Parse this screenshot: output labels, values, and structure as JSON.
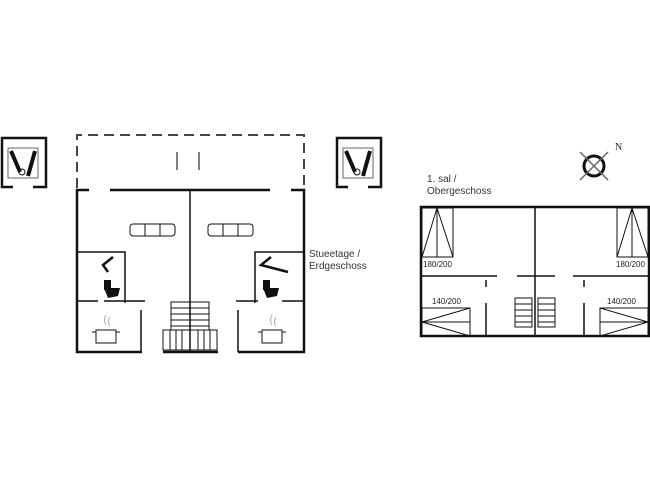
{
  "floor_plan": {
    "ground_floor": {
      "label_line1": "Stueetage /",
      "label_line2": "Erdgeschoss"
    },
    "first_floor": {
      "label_line1": "1. sal /",
      "label_line2": "Obergeschoss",
      "beds": [
        {
          "id": "bed-left-top",
          "size": "180/200"
        },
        {
          "id": "bed-right-top",
          "size": "180/200"
        },
        {
          "id": "bed-left-bottom",
          "size": "140/200"
        },
        {
          "id": "bed-right-bottom",
          "size": "140/200"
        }
      ]
    },
    "compass": {
      "north_label": "N"
    },
    "icons": [
      "utility-room-icon",
      "sofa-icon",
      "shower-icon",
      "toilet-icon",
      "cooking-pot-icon",
      "stairs-icon",
      "compass-icon"
    ]
  }
}
